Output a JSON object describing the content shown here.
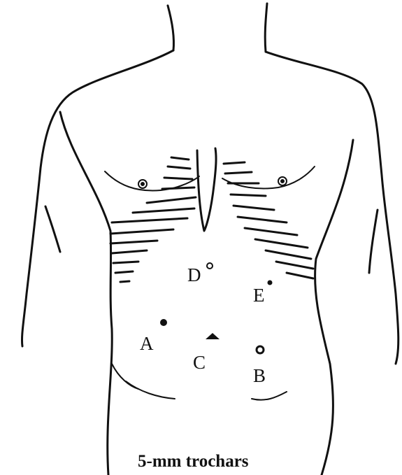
{
  "figure": {
    "caption": "5-mm trochars",
    "ports": [
      {
        "id": "port-d",
        "label": "D"
      },
      {
        "id": "port-e",
        "label": "E"
      },
      {
        "id": "port-a",
        "label": "A"
      },
      {
        "id": "port-c",
        "label": "C"
      },
      {
        "id": "port-b",
        "label": "B"
      }
    ]
  },
  "colors": {
    "ink": "#111111",
    "background": "#ffffff"
  }
}
